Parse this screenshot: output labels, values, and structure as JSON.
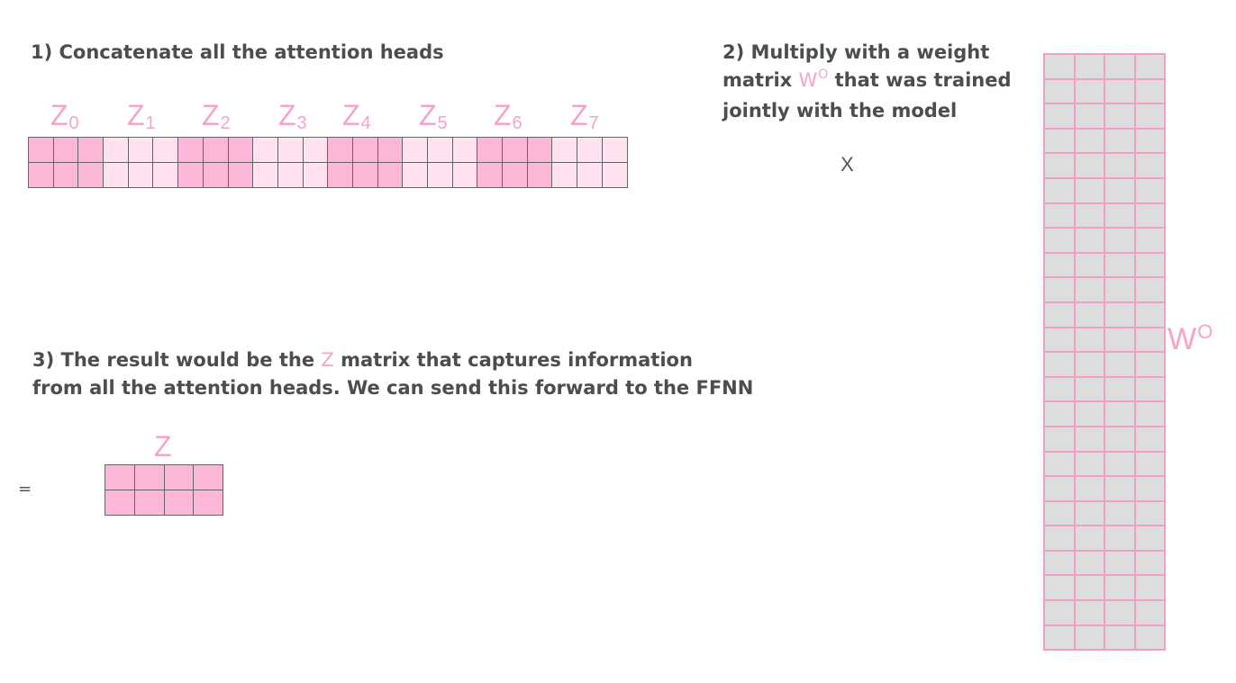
{
  "step1": {
    "text": "1) Concatenate all the attention heads"
  },
  "step2": {
    "before": "2) Multiply with a weight",
    "line2_prefix": "matrix ",
    "matrix_name": "W",
    "matrix_sup": "O",
    "line2_suffix": " that was trained",
    "line3": "jointly with the model"
  },
  "step3": {
    "before": "3) The result would be the ",
    "matrix_name": "Z",
    "after": " matrix that captures information",
    "line2": "from all the attention heads. We can send this forward to the FFNN"
  },
  "heads": [
    {
      "name": "Z",
      "index": "0",
      "shade": "dark"
    },
    {
      "name": "Z",
      "index": "1",
      "shade": "light"
    },
    {
      "name": "Z",
      "index": "2",
      "shade": "dark"
    },
    {
      "name": "Z",
      "index": "3",
      "shade": "light"
    },
    {
      "name": "Z",
      "index": "4",
      "shade": "dark"
    },
    {
      "name": "Z",
      "index": "5",
      "shade": "light"
    },
    {
      "name": "Z",
      "index": "6",
      "shade": "dark"
    },
    {
      "name": "Z",
      "index": "7",
      "shade": "light"
    }
  ],
  "operators": {
    "times": "X",
    "equals": "="
  },
  "wo_label": {
    "name": "W",
    "sup": "O"
  },
  "z_label": "Z",
  "matrices": {
    "concat": {
      "rows": 2,
      "cols": 24,
      "cols_per_head": 3
    },
    "wo": {
      "rows": 24,
      "cols": 4
    },
    "z": {
      "rows": 2,
      "cols": 4
    }
  },
  "colors": {
    "accent_pink": "#f6a3cc",
    "dark_pink_cell": "#fbb6d8",
    "light_pink_cell": "#ffe1ef",
    "wo_cell": "#dddddd",
    "wo_border": "#f29ec8",
    "text": "#4d4d4d"
  }
}
